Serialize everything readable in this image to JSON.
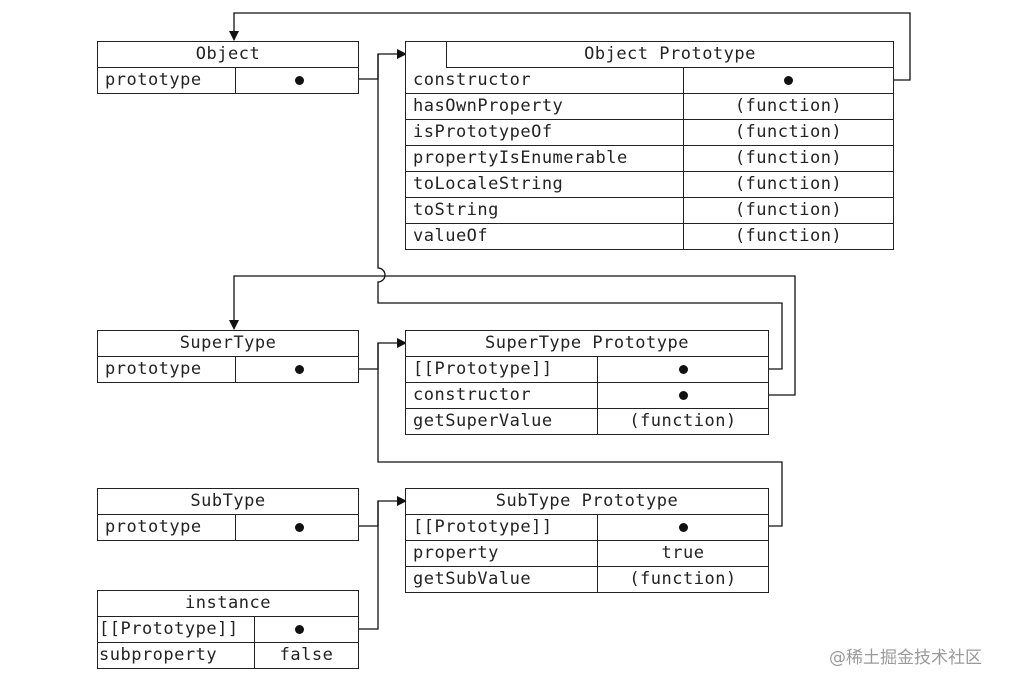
{
  "boxes": {
    "object": {
      "title": "Object",
      "rows": [
        {
          "name": "prototype",
          "value": ""
        }
      ]
    },
    "object_prototype": {
      "title": "Object Prototype",
      "rows": [
        {
          "name": "constructor",
          "value": ""
        },
        {
          "name": "hasOwnProperty",
          "value": "(function)"
        },
        {
          "name": "isPrototypeOf",
          "value": "(function)"
        },
        {
          "name": "propertyIsEnumerable",
          "value": "(function)"
        },
        {
          "name": "toLocaleString",
          "value": "(function)"
        },
        {
          "name": "toString",
          "value": "(function)"
        },
        {
          "name": "valueOf",
          "value": "(function)"
        }
      ]
    },
    "supertype": {
      "title": "SuperType",
      "rows": [
        {
          "name": "prototype",
          "value": ""
        }
      ]
    },
    "supertype_prototype": {
      "title": "SuperType Prototype",
      "rows": [
        {
          "name": "[[Prototype]]",
          "value": ""
        },
        {
          "name": "constructor",
          "value": ""
        },
        {
          "name": "getSuperValue",
          "value": "(function)"
        }
      ]
    },
    "subtype": {
      "title": "SubType",
      "rows": [
        {
          "name": "prototype",
          "value": ""
        }
      ]
    },
    "subtype_prototype": {
      "title": "SubType Prototype",
      "rows": [
        {
          "name": "[[Prototype]]",
          "value": ""
        },
        {
          "name": "property",
          "value": "true"
        },
        {
          "name": "getSubValue",
          "value": "(function)"
        }
      ]
    },
    "instance": {
      "title": "instance",
      "rows": [
        {
          "name": "[[Prototype]]",
          "value": ""
        },
        {
          "name": "subproperty",
          "value": "false"
        }
      ]
    }
  },
  "watermark": "@稀土掘金技术社区",
  "colors": {
    "line": "#111111",
    "border": "#222222",
    "watermark": "#9a9a9a"
  }
}
